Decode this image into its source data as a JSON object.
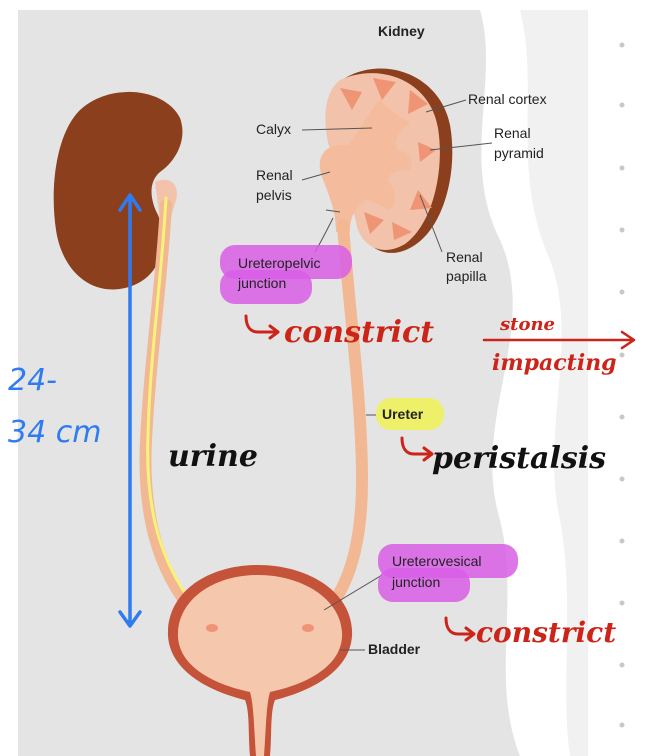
{
  "title": "Kidney",
  "labels": {
    "renal_cortex": "Renal cortex",
    "calyx": "Calyx",
    "renal_pyramid_1": "Renal",
    "renal_pyramid_2": "pyramid",
    "renal_pelvis_1": "Renal",
    "renal_pelvis_2": "pelvis",
    "upj_1": "Ureteropelvic",
    "upj_2": "junction",
    "renal_papilla_1": "Renal",
    "renal_papilla_2": "papilla",
    "ureter": "Ureter",
    "uvj_1": "Ureterovesical",
    "uvj_2": "junction",
    "bladder": "Bladder"
  },
  "annotations": {
    "constrict_upper": "constrict",
    "stone": "stone",
    "impacting": "impacting",
    "length_1": "24-",
    "length_2": "34 cm",
    "urine": "urine",
    "peristalsis": "peristalsis",
    "constrict_lower": "constrict"
  },
  "colors": {
    "background": "#e4e4e4",
    "kidney_brown": "#8b3f1d",
    "kidney_pink": "#f2c2aa",
    "pyramid": "#ef9474",
    "pelvis": "#f4bc9c",
    "ureter": "#f2b894",
    "bladder_wall": "#c4533a",
    "bladder_fill": "#f5c8ae",
    "highlight_magenta": "#d85ee6",
    "highlight_yellow": "#eef06a",
    "ink_red": "#cc2418",
    "ink_blue": "#2f7cf0",
    "ink_black": "#111111",
    "ink_yellow": "#f7f27a"
  }
}
